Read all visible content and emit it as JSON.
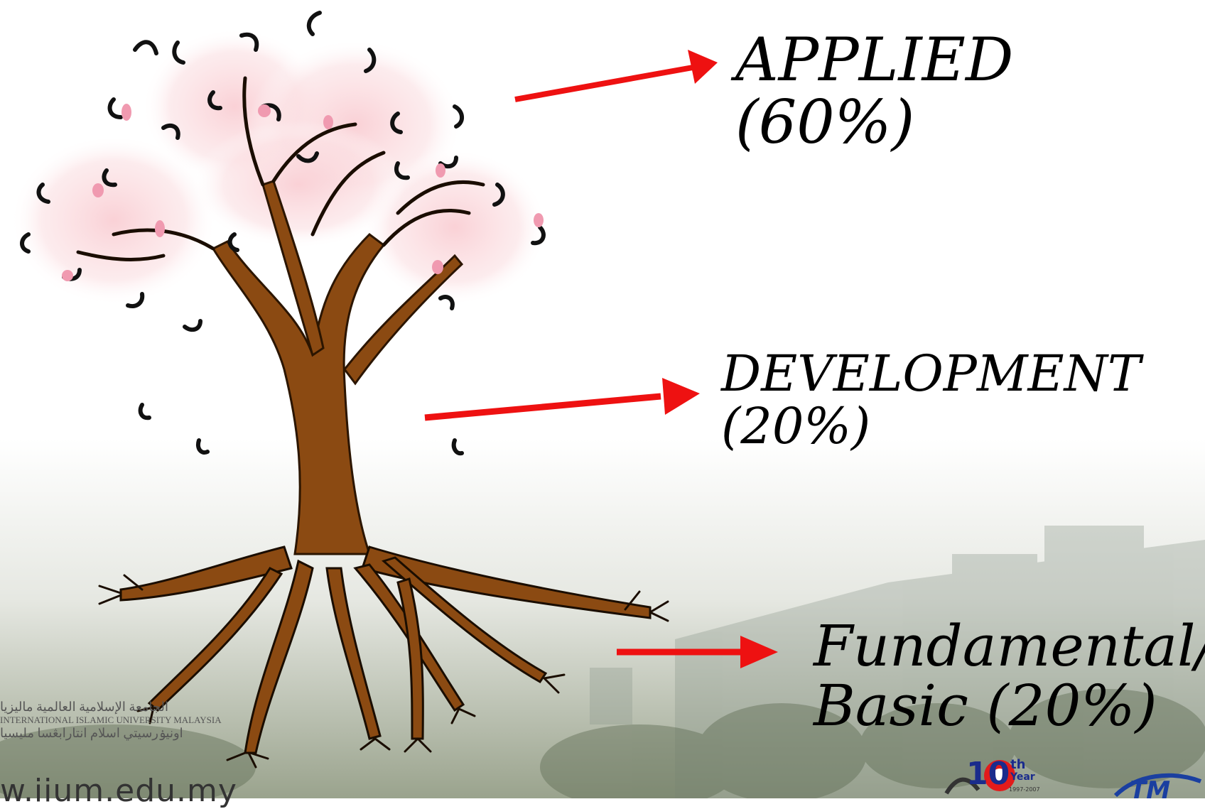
{
  "labels": {
    "applied_name": "APPLIED",
    "applied_pct": "(60%)",
    "development_name": "DEVELOPMENT",
    "development_pct": "(20%)",
    "fundamental_name": "Fundamental/",
    "fundamental_pct": "Basic (20%)"
  },
  "footer": {
    "url": "w.iium.edu.my",
    "logo_arabic_1": "الجامعة الإسلامية العالمية ماليزيا",
    "logo_english": "INTERNATIONAL ISLAMIC UNIVERSITY MALAYSIA",
    "logo_arabic_2": "اونيۏرسيتي اسلام انتارابڠسا مليسيا",
    "tenth_num": "10",
    "tenth_sup": "th",
    "tenth_year": "Year",
    "tenth_range": "1997-2007",
    "tm_text": "TM"
  },
  "colors": {
    "arrow": "#ee1111",
    "trunk": "#8b4a12",
    "blossom": "#f8d0d4",
    "background_bottom": "#9aa28a"
  }
}
